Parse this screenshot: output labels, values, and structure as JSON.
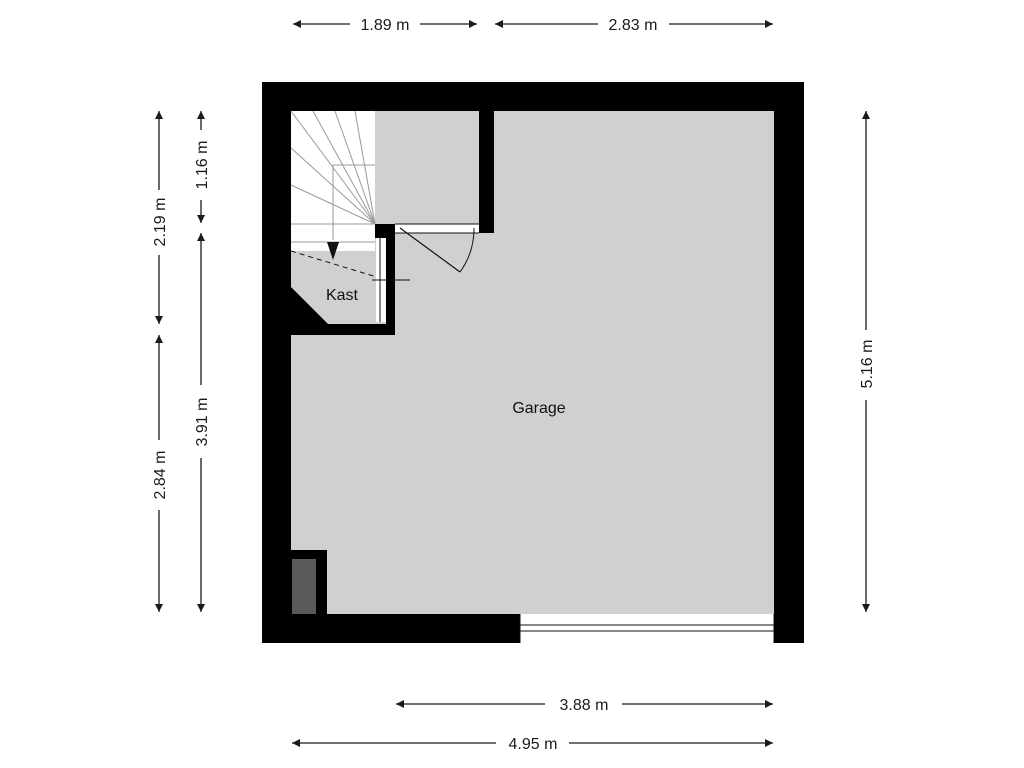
{
  "rooms": {
    "garage": "Garage",
    "kast": "Kast"
  },
  "dimensions": {
    "top_left": "1.89 m",
    "top_right": "2.83 m",
    "left_outer_top": "2.19 m",
    "left_outer_bottom": "2.84 m",
    "left_inner_top": "1.16 m",
    "left_inner_bottom": "3.91 m",
    "right": "5.16 m",
    "bottom_inner": "3.88 m",
    "bottom_outer": "4.95 m"
  },
  "colors": {
    "wall": "#000000",
    "floor": "#d0d0d0",
    "stairs": "#ffffff",
    "utility_block": "#5a5a5a",
    "dimension_line": "#1a1a1a"
  }
}
